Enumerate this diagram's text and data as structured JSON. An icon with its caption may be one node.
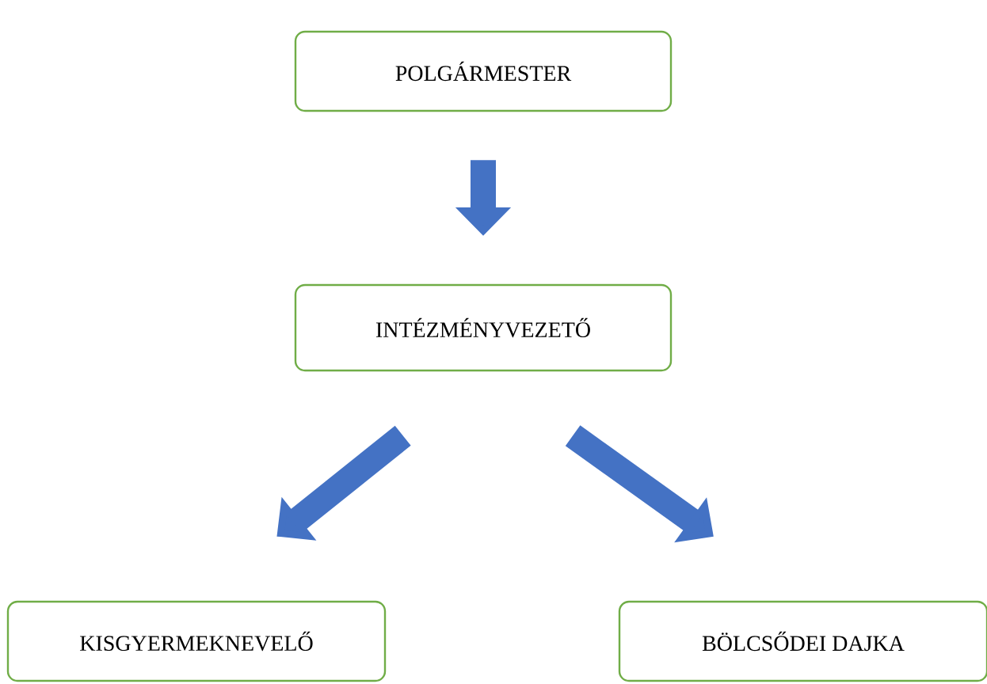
{
  "diagram": {
    "nodes": [
      {
        "text": [
          "POLGÁRMESTER"
        ]
      },
      {
        "text": [
          "INTÉZMÉNYVEZETŐ"
        ]
      },
      {
        "text": [
          "KISGYERMEKNEVELŐ"
        ]
      },
      {
        "text": [
          "BÖLCSŐDEI DAJKA"
        ]
      }
    ],
    "edges": [
      {
        "from": 0,
        "to": 1,
        "arrow": "to"
      },
      {
        "from": 1,
        "to": 2,
        "arrow": "to"
      },
      {
        "from": 1,
        "to": 3,
        "arrow": "to"
      }
    ]
  }
}
